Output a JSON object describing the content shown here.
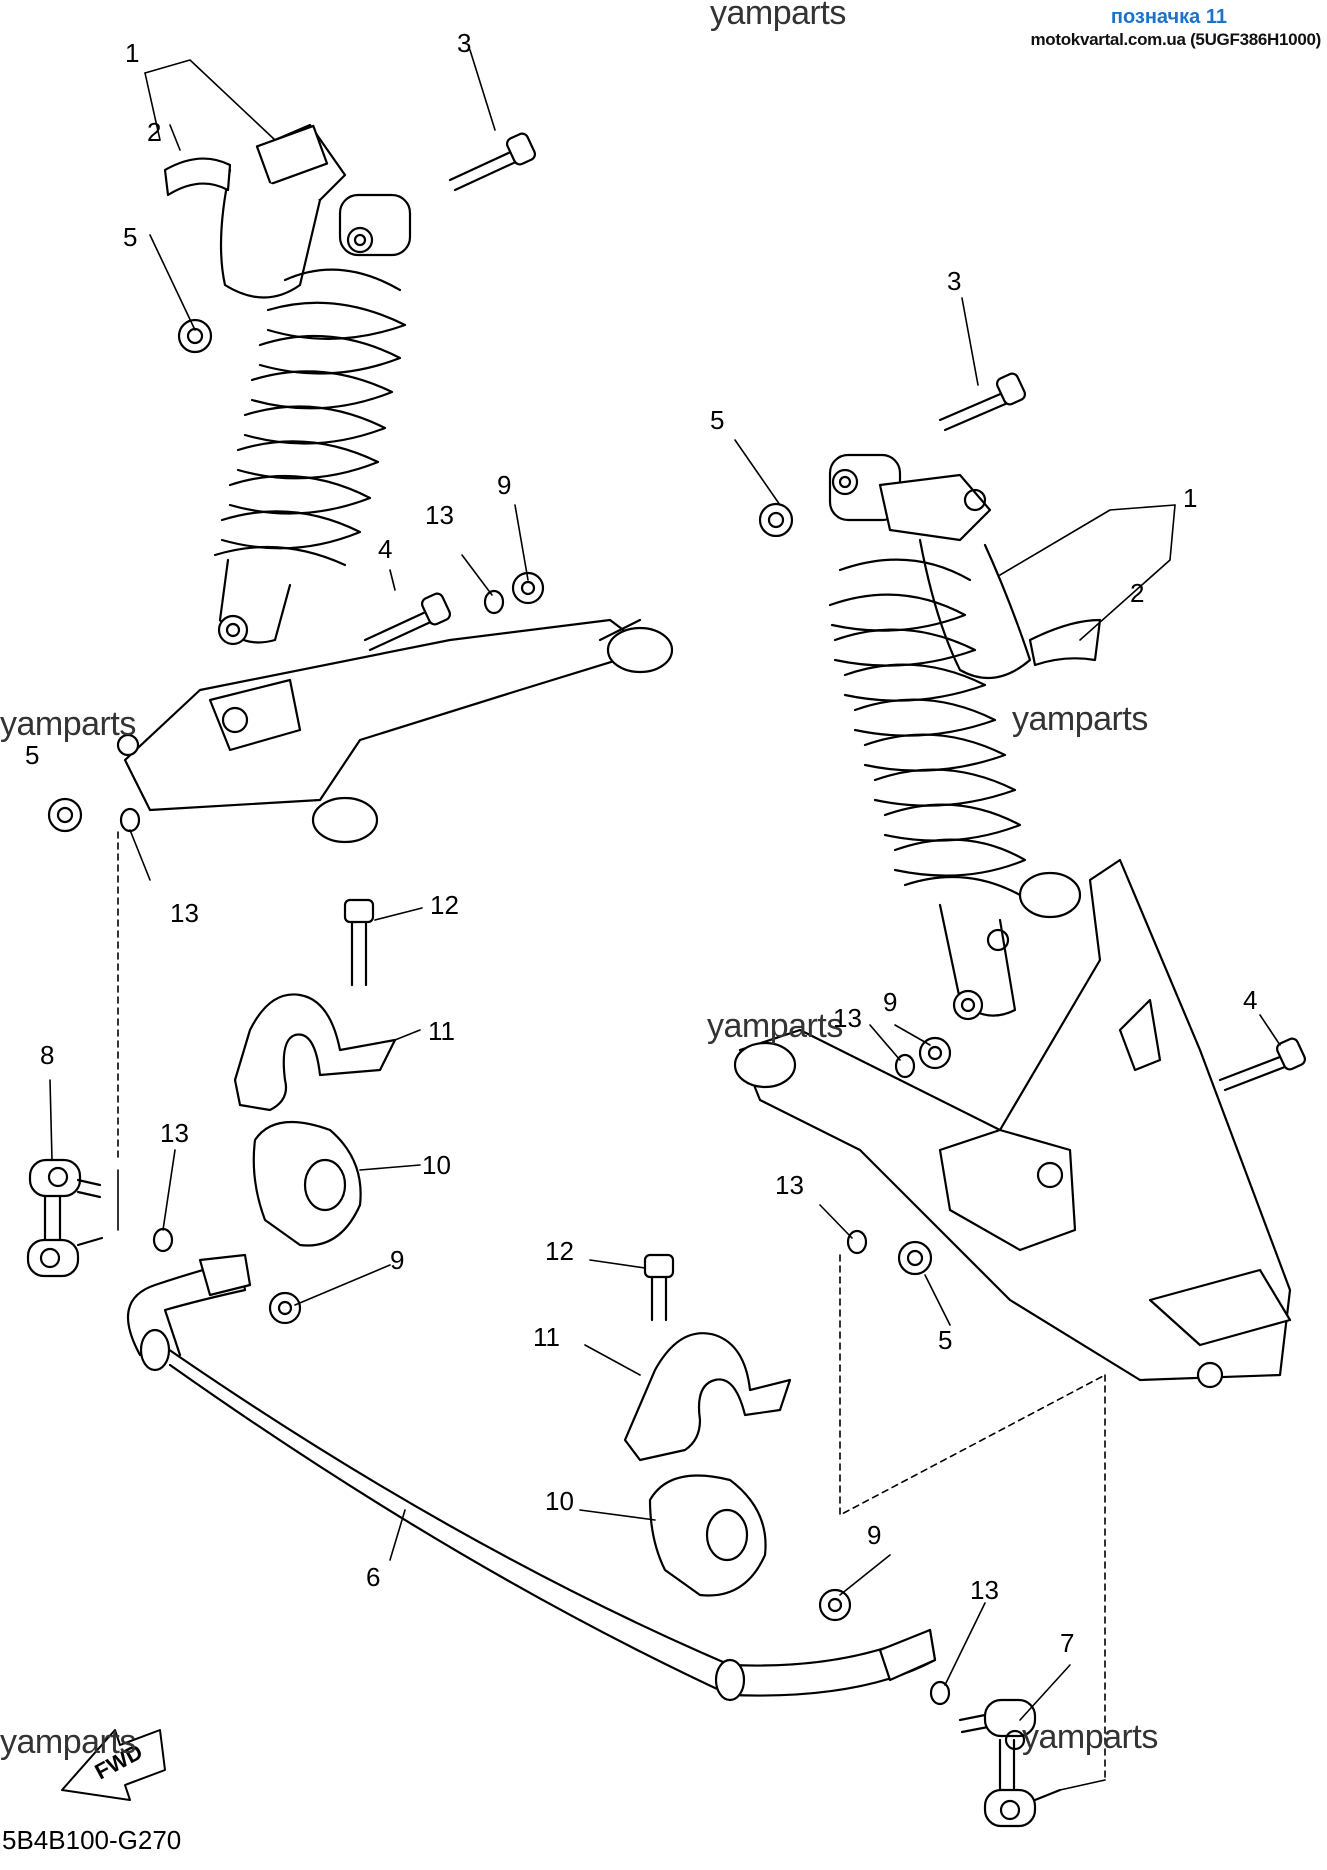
{
  "header": {
    "tag": "позначка 11",
    "source": "motokvartal.com.ua (5UGF386H1000)"
  },
  "watermark": "yamparts",
  "diagram_code": "5B4B100-G270",
  "fwd_label": "FWD",
  "callouts": [
    {
      "id": "c1a",
      "text": "1"
    },
    {
      "id": "c2a",
      "text": "2"
    },
    {
      "id": "c3a",
      "text": "3"
    },
    {
      "id": "c5a",
      "text": "5"
    },
    {
      "id": "c4a",
      "text": "4"
    },
    {
      "id": "c13a",
      "text": "13"
    },
    {
      "id": "c9a",
      "text": "9"
    },
    {
      "id": "c5b",
      "text": "5"
    },
    {
      "id": "c13b",
      "text": "13"
    },
    {
      "id": "c12a",
      "text": "12"
    },
    {
      "id": "c11a",
      "text": "11"
    },
    {
      "id": "c8",
      "text": "8"
    },
    {
      "id": "c13c",
      "text": "13"
    },
    {
      "id": "c10a",
      "text": "10"
    },
    {
      "id": "c9b",
      "text": "9"
    },
    {
      "id": "c3b",
      "text": "3"
    },
    {
      "id": "c5c",
      "text": "5"
    },
    {
      "id": "c1b",
      "text": "1"
    },
    {
      "id": "c2b",
      "text": "2"
    },
    {
      "id": "c13d",
      "text": "13"
    },
    {
      "id": "c9c",
      "text": "9"
    },
    {
      "id": "c4b",
      "text": "4"
    },
    {
      "id": "c13e",
      "text": "13"
    },
    {
      "id": "c5d",
      "text": "5"
    },
    {
      "id": "c12b",
      "text": "12"
    },
    {
      "id": "c11b",
      "text": "11"
    },
    {
      "id": "c10b",
      "text": "10"
    },
    {
      "id": "c6",
      "text": "6"
    },
    {
      "id": "c9d",
      "text": "9"
    },
    {
      "id": "c13f",
      "text": "13"
    },
    {
      "id": "c7",
      "text": "7"
    }
  ]
}
